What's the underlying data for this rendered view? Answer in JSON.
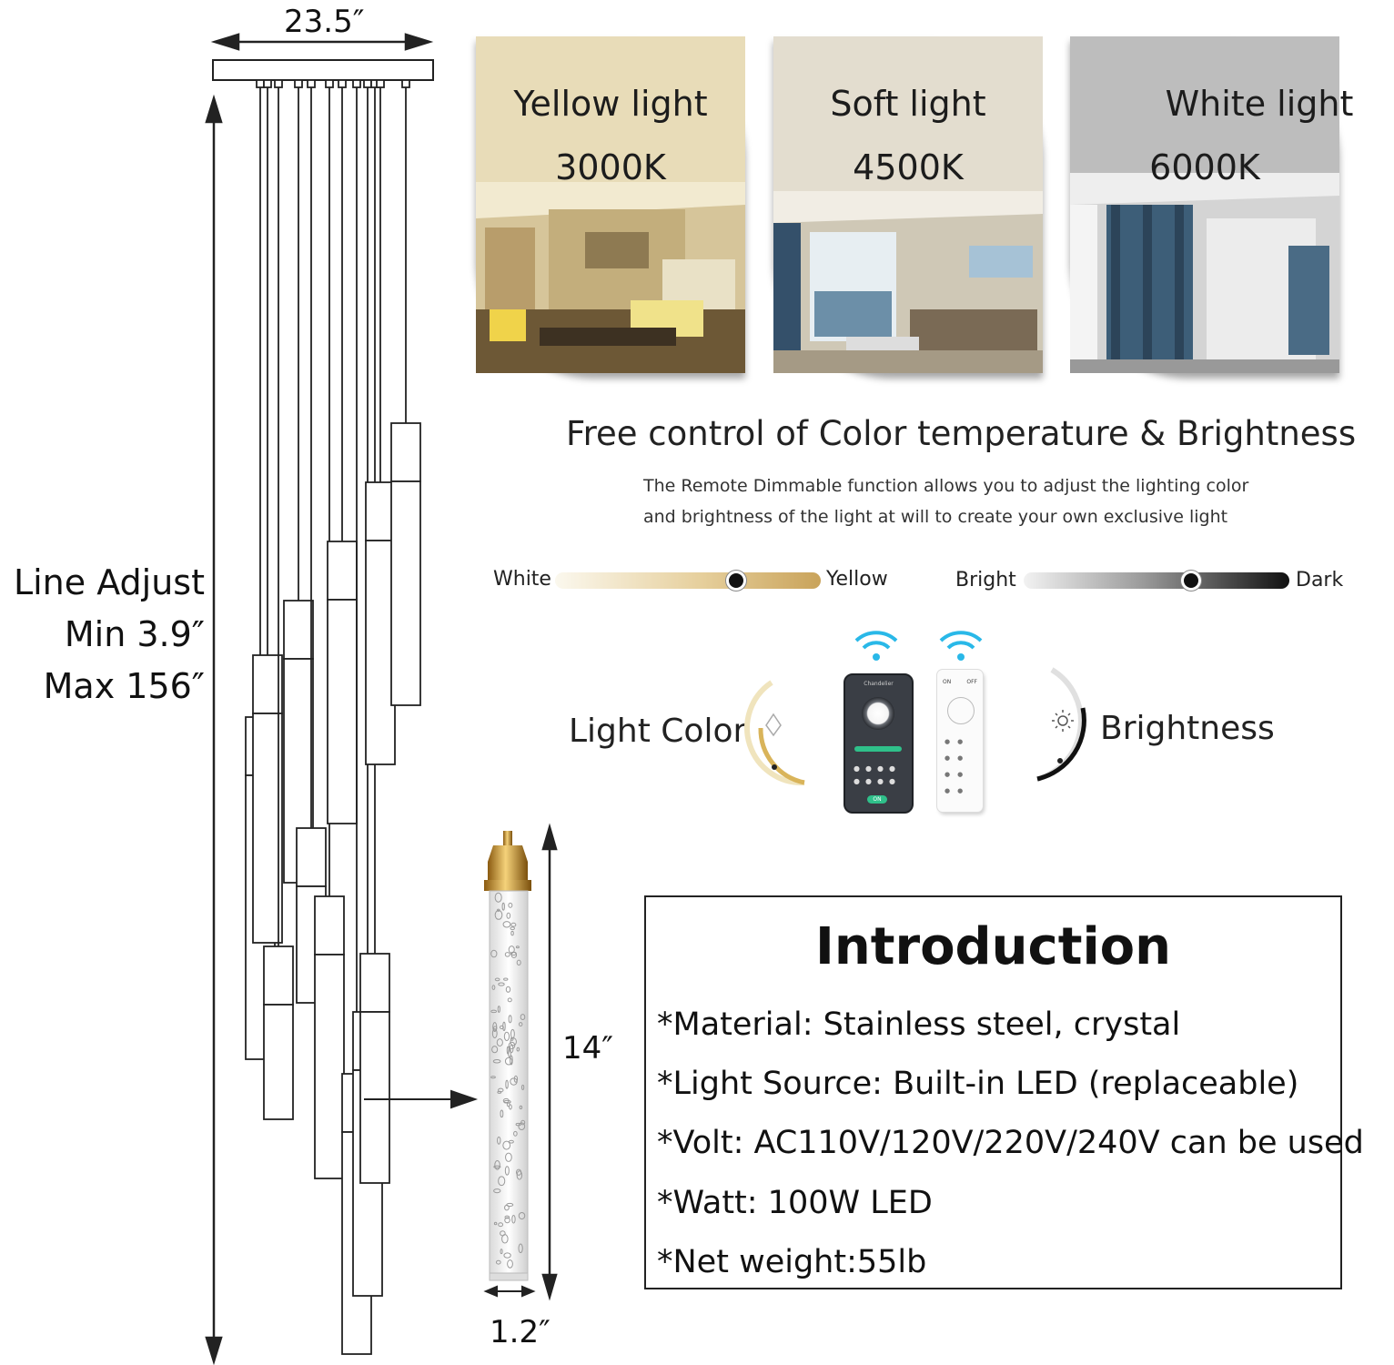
{
  "dimensions": {
    "width_label": "23.5″",
    "line_adjust": [
      "Line Adjust",
      "Min 3.9″",
      "Max 156″"
    ],
    "tube_length_label": "14″",
    "tube_diameter_label": "1.2″"
  },
  "light_modes": [
    {
      "name": "Yellow light",
      "temp": "3000K",
      "color": "#d8c69a"
    },
    {
      "name": "Soft light",
      "temp": "4500K",
      "color": "#d3cdbd"
    },
    {
      "name": "White light",
      "temp": "6000K",
      "color": "#c9c9c9"
    }
  ],
  "heading": "Free control of Color temperature & Brightness",
  "subtext": [
    "The Remote Dimmable function allows you to adjust the lighting color",
    "and brightness of the light at will to create your own exclusive light"
  ],
  "sliders": {
    "color": {
      "left": "White",
      "right": "Yellow",
      "level": 0.68
    },
    "brightness": {
      "left": "Bright",
      "right": "Dark",
      "level": 0.63
    }
  },
  "controls": {
    "light_color_label": "Light Color",
    "brightness_label": "Brightness",
    "phone_icon": "smartphone-app-icon",
    "remote_icon": "remote-control-icon",
    "phone_app_title": "Chandelier",
    "phone_toggle": "ON",
    "remote_buttons": [
      "ON",
      "OFF"
    ]
  },
  "introduction": {
    "title": "Introduction",
    "lines": [
      "*Material: Stainless steel, crystal",
      "*Light Source: Built-in LED (replaceable)",
      "*Volt: AC110V/120V/220V/240V  can be used",
      "*Watt: 100W LED",
      "*Net weight:55lb"
    ]
  }
}
